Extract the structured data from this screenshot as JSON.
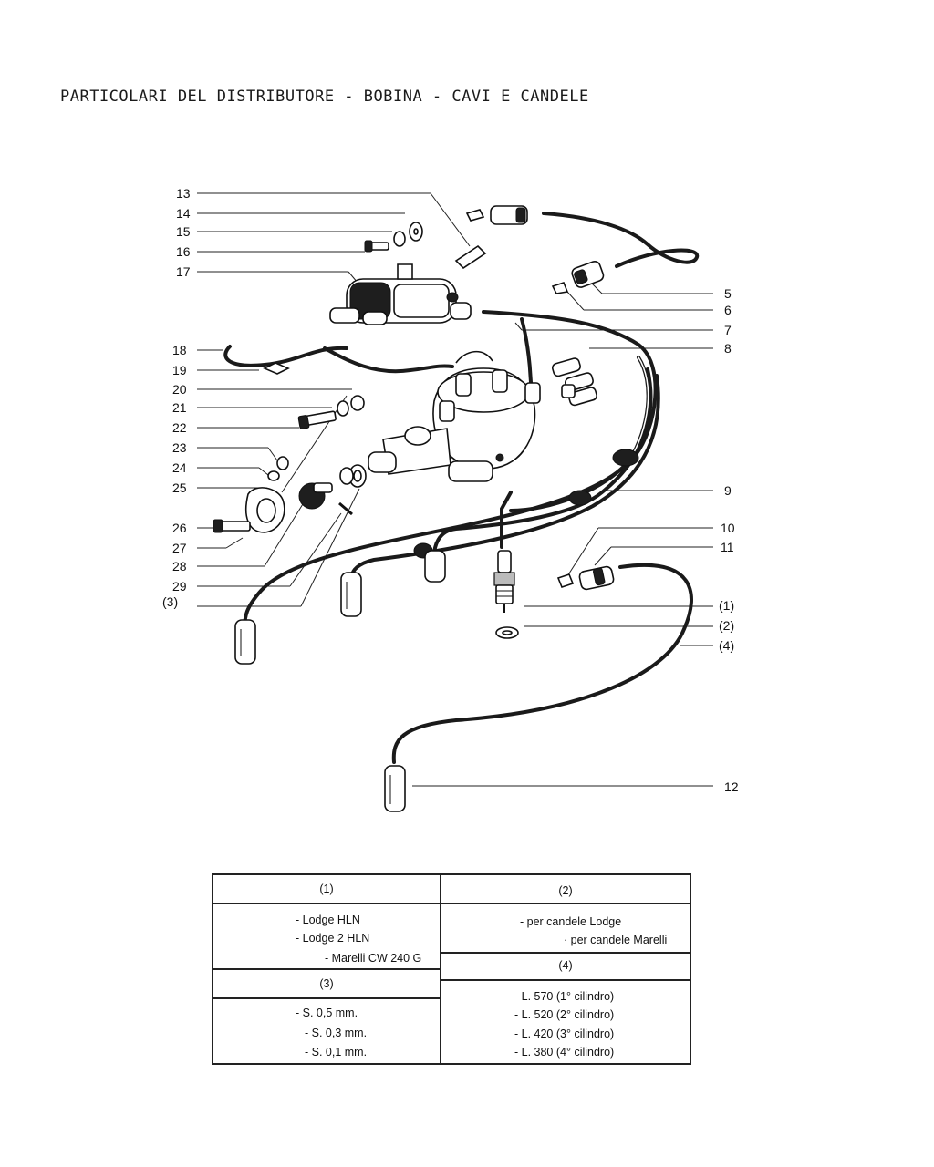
{
  "title": "PARTICOLARI DEL DISTRIBUTORE - BOBINA - CAVI E CANDELE",
  "callouts": {
    "left": [
      "13",
      "14",
      "15",
      "16",
      "17",
      "18",
      "19",
      "20",
      "21",
      "22",
      "23",
      "24",
      "25",
      "26",
      "27",
      "28",
      "29",
      "(3)"
    ],
    "right": [
      "5",
      "6",
      "7",
      "8",
      "9",
      "10",
      "11",
      "(1)",
      "(2)",
      "(4)",
      "12"
    ]
  },
  "spec_table": {
    "c1": {
      "header": "(1)",
      "lines": [
        "- Lodge HLN",
        "- Lodge 2 HLN",
        "- Marelli CW 240 G"
      ]
    },
    "c2": {
      "header": "(2)",
      "lines": [
        "- per candele Lodge",
        "· per candele Marelli"
      ]
    },
    "c3": {
      "header": "(3)",
      "lines": [
        "- S. 0,5 mm.",
        "- S. 0,3 mm.",
        "- S. 0,1 mm."
      ]
    },
    "c4": {
      "header": "(4)",
      "lines": [
        "- L. 570 (1° cilindro)",
        "- L. 520 (2° cilindro)",
        "- L. 420 (3° cilindro)",
        "- L. 380 (4° cilindro)"
      ]
    }
  }
}
